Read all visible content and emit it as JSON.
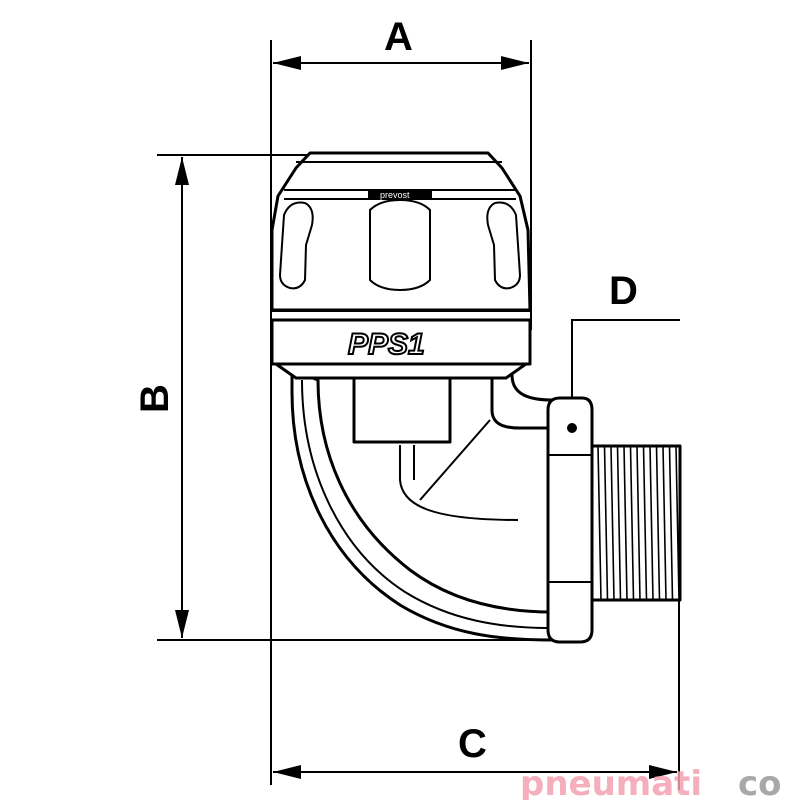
{
  "dimensions": {
    "a": "A",
    "b": "B",
    "c": "C",
    "d": "D"
  },
  "part": {
    "model_label": "PPS1",
    "brand_marking": "prevost"
  },
  "watermark": {
    "text": "pneumatico",
    "colors": {
      "pneumati": "#f4a0b0",
      "co": "#999999"
    }
  }
}
